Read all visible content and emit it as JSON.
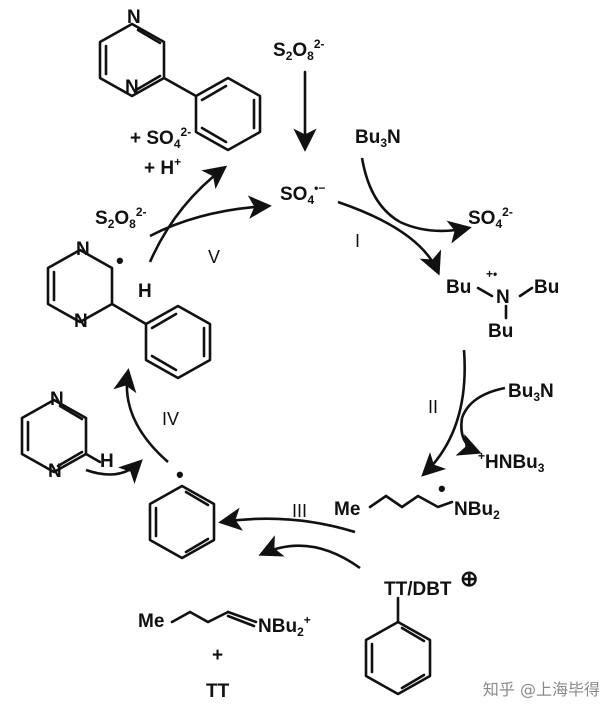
{
  "persulfate_top": {
    "base": "S",
    "sub1": "2",
    "mid": "O",
    "sub2": "8",
    "charge": "2-"
  },
  "sulfate_radical": {
    "base": "SO",
    "sub": "4",
    "charge": "•−"
  },
  "bu3n_top": {
    "base": "Bu",
    "sub": "3",
    "tail": "N"
  },
  "so4_out": {
    "base": "SO",
    "sub": "4",
    "charge": "2-"
  },
  "step_labels": {
    "I": "I",
    "II": "II",
    "III": "III",
    "IV": "IV",
    "V": "V"
  },
  "aminium": {
    "bu_left": "Bu",
    "charge": "+•",
    "n": "N",
    "bu_right": "Bu",
    "bu_bottom": "Bu"
  },
  "bu3n_right": {
    "base": "Bu",
    "sub": "3",
    "tail": "N"
  },
  "hnbu3": {
    "plus": "+",
    "text": "HNBu",
    "sub": "3"
  },
  "alpha_radical": {
    "me": "Me",
    "dot": "•",
    "n": "NBu",
    "sub": "2"
  },
  "ttdbt": {
    "text": "TT/DBT",
    "charge": "⊕"
  },
  "iminium": {
    "me": "Me",
    "n": "NBu",
    "sub": "2",
    "charge": "+"
  },
  "plus_sign": "+",
  "tt_label": "TT",
  "phenyl_radical_dot": "•",
  "pyrazine_h": "H",
  "cyclohexadienyl": {
    "dot": "•",
    "h": "H"
  },
  "persulfate_left": {
    "base": "S",
    "sub1": "2",
    "mid": "O",
    "sub2": "8",
    "charge": "2-"
  },
  "product_byproducts": {
    "plus1": "+ SO",
    "sub": "4",
    "charge": "2-",
    "plus2": "+ H",
    "hcharge": "+"
  },
  "atom_n": "N",
  "watermark": "知乎 @上海毕得"
}
